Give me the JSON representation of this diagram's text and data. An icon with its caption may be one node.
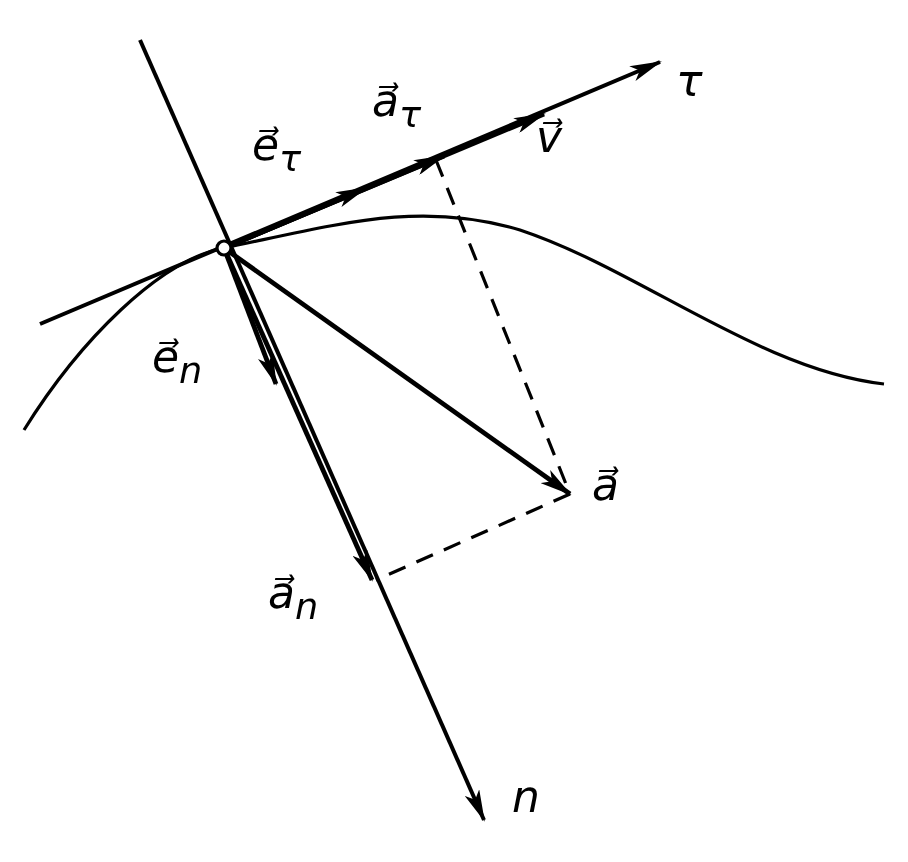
{
  "diagram": {
    "labels": [
      "a⃗$_{τ}$",
      "τ",
      "e⃗$_{τ}$",
      "v⃗",
      "e⃗$_{n}$",
      "a⃗",
      "a⃗$_{n}$",
      "n"
    ]
  }
}
